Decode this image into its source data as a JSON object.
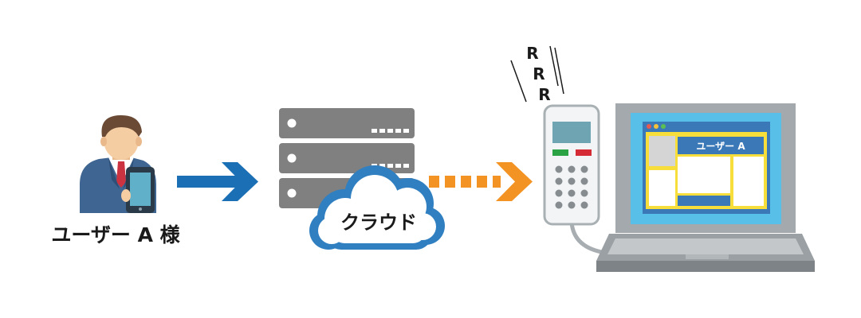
{
  "user": {
    "label": "ユーザー A 様"
  },
  "cloud": {
    "label": "クラウド"
  },
  "phone": {
    "ring_letters": [
      "R",
      "R",
      "R"
    ]
  },
  "laptop": {
    "screen_title": "ユーザー A"
  },
  "colors": {
    "accent_blue": "#1a6fb5",
    "arrow_orange": "#f39324",
    "cloud_fill": "#2f7fc1",
    "server_gray": "#808080",
    "laptop_frame": "#9ea4a8",
    "screen_bg": "#58bfe8",
    "window_yellow": "#f7de3a",
    "window_header": "#3b78b8",
    "phone_display": "#6fa5b2",
    "phone_green": "#2aa345",
    "phone_red": "#d52b36"
  },
  "icons": {
    "user": "businessman-with-tablet-icon",
    "arrow1": "right-chevron-arrow-icon",
    "server": "server-rack-icon",
    "cloud": "cloud-icon",
    "arrow2": "dashed-right-arrow-icon",
    "phone": "ringing-desk-phone-icon",
    "laptop": "laptop-icon"
  }
}
